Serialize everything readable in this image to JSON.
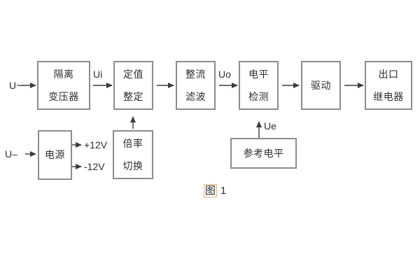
{
  "diagram": {
    "caption": {
      "figure": "图",
      "number": "1"
    },
    "inputs": {
      "ac_label": "U~",
      "dc_label": "U–"
    },
    "signal_labels": {
      "ui": "Ui",
      "uo": "Uo",
      "ue": "Ue"
    },
    "power_rails": {
      "positive": "+12V",
      "negative": "-12V"
    },
    "blocks": {
      "isolation_transformer": {
        "line1": "隔离",
        "line2": "变压器"
      },
      "setting_adjust": {
        "line1": "定值",
        "line2": "整定"
      },
      "rectify_filter": {
        "line1": "整流",
        "line2": "滤波"
      },
      "level_detect": {
        "line1": "电平",
        "line2": "检测"
      },
      "driver": {
        "label": "驱动"
      },
      "output_relay": {
        "line1": "出口",
        "line2": "继电器"
      },
      "power_supply": {
        "label": "电源"
      },
      "ratio_switch": {
        "line1": "倍率",
        "line2": "切换"
      },
      "reference_level": {
        "label": "参考电平"
      }
    },
    "colors": {
      "line": "#3d3d3d",
      "border": "#8c8c8c",
      "text": "#2e2e2e",
      "background": "#ffffff"
    }
  }
}
